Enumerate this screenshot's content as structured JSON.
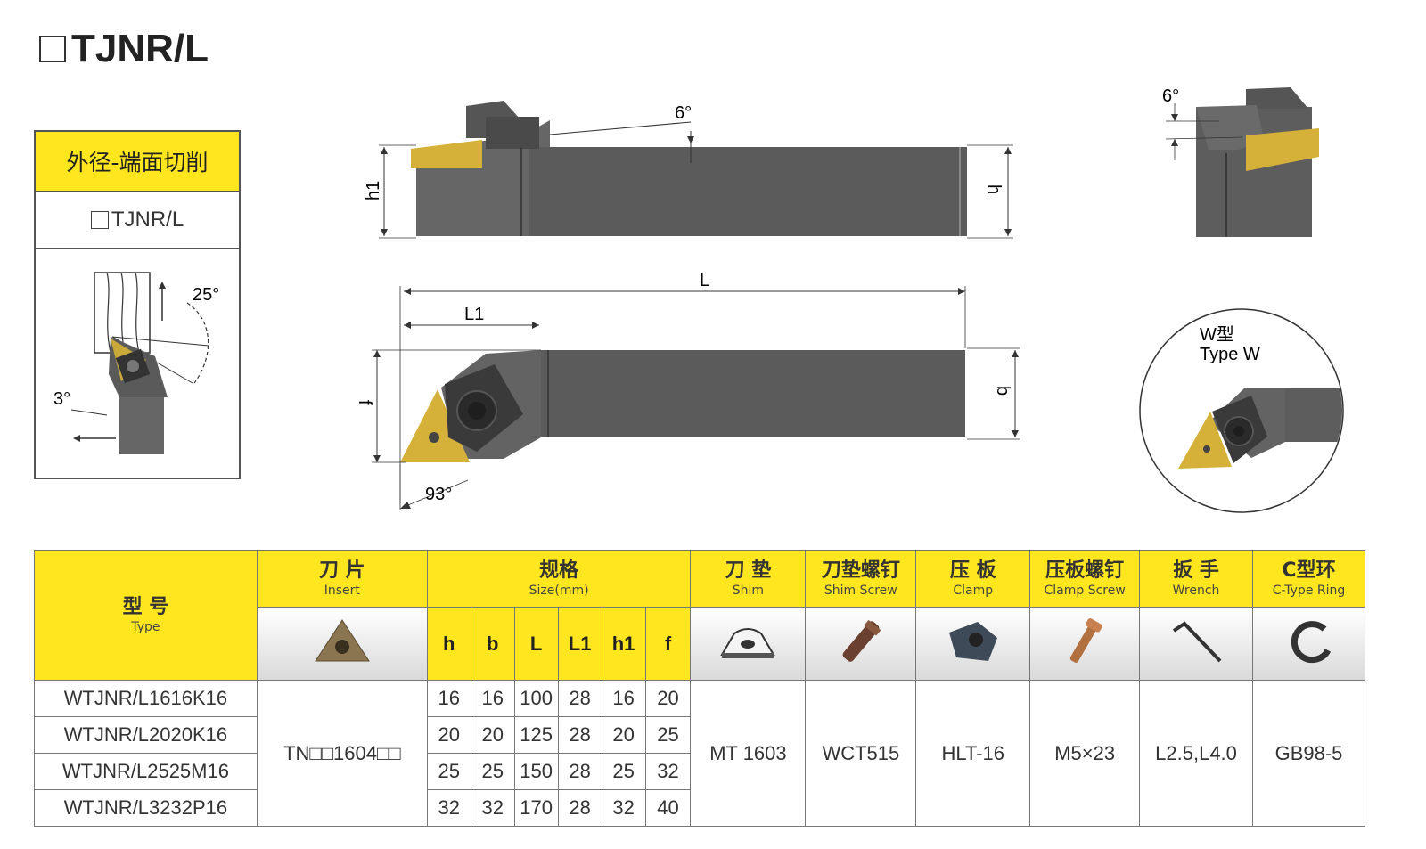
{
  "title": "TJNR/L",
  "info_box": {
    "heading": "外径-端面切削",
    "model": "TJNR/L",
    "angle_top": "25°",
    "angle_side": "3°"
  },
  "drawing": {
    "angle_top_view": "6°",
    "angle_end_view": "6°",
    "lead_angle": "93°",
    "labels": {
      "h1": "h1",
      "h": "h",
      "L": "L",
      "L1": "L1",
      "f": "f",
      "b": "b"
    },
    "type_w_cn": "W型",
    "type_w_en": "Type W"
  },
  "table": {
    "headers": {
      "type": {
        "cn": "型 号",
        "en": "Type"
      },
      "insert": {
        "cn": "刀 片",
        "en": "Insert"
      },
      "size": {
        "cn": "规格",
        "en": "Size(mm)"
      },
      "shim": {
        "cn": "刀 垫",
        "en": "Shim"
      },
      "shim_screw": {
        "cn": "刀垫螺钉",
        "en": "Shim Screw"
      },
      "clamp": {
        "cn": "压 板",
        "en": "Clamp"
      },
      "clamp_screw": {
        "cn": "压板螺钉",
        "en": "Clamp Screw"
      },
      "wrench": {
        "cn": "扳 手",
        "en": "Wrench"
      },
      "c_ring": {
        "cn": "C型环",
        "en": "C-Type Ring"
      }
    },
    "dims": [
      "h",
      "b",
      "L",
      "L1",
      "h1",
      "f"
    ],
    "rows": [
      {
        "type": "WTJNR/L1616K16",
        "vals": [
          "16",
          "16",
          "100",
          "28",
          "16",
          "20"
        ]
      },
      {
        "type": "WTJNR/L2020K16",
        "vals": [
          "20",
          "20",
          "125",
          "28",
          "20",
          "25"
        ]
      },
      {
        "type": "WTJNR/L2525M16",
        "vals": [
          "25",
          "25",
          "150",
          "28",
          "25",
          "32"
        ]
      },
      {
        "type": "WTJNR/L3232P16",
        "vals": [
          "32",
          "32",
          "170",
          "28",
          "32",
          "40"
        ]
      }
    ],
    "insert": "TN□□1604□□",
    "shim": "MT 1603",
    "shim_screw": "WCT515",
    "clamp": "HLT-16",
    "clamp_screw": "M5×23",
    "wrench": "L2.5,L4.0",
    "c_ring": "GB98-5"
  }
}
